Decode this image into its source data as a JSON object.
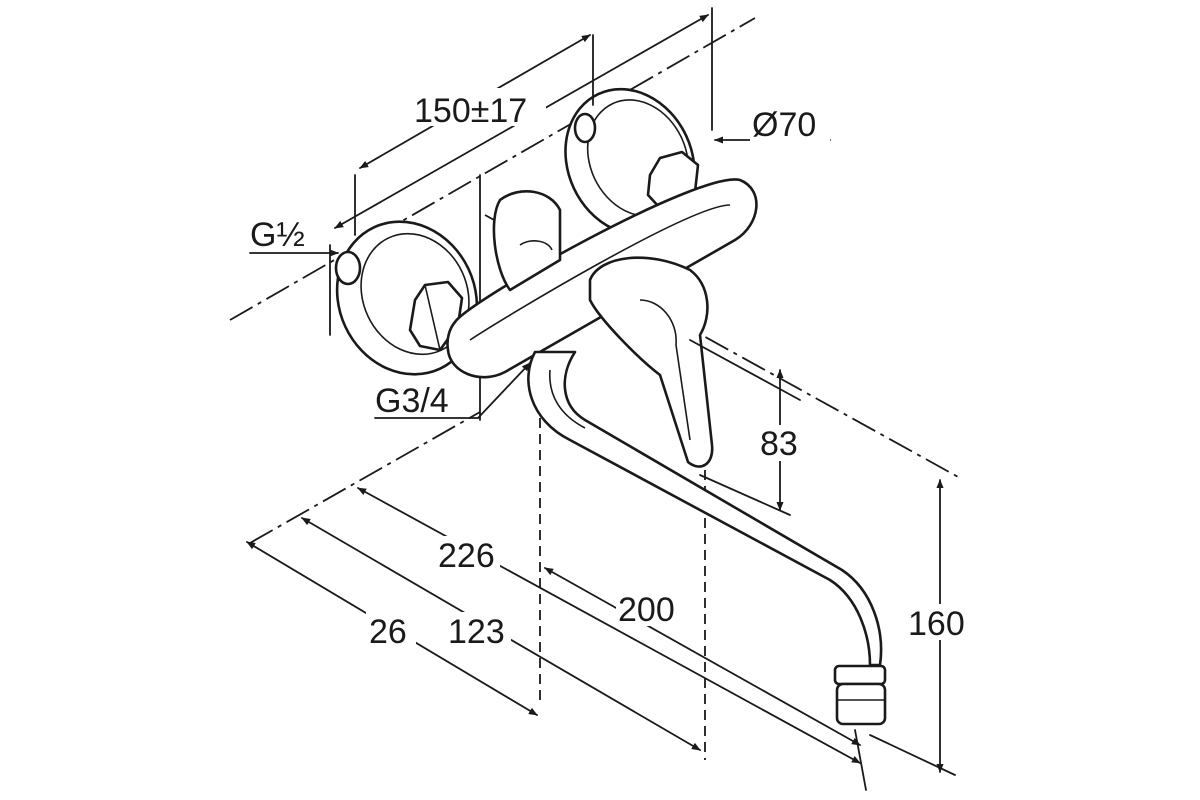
{
  "dimensions": {
    "spacing": "150±17",
    "escutcheon_diameter": "Ø70",
    "inlet_thread": "G½",
    "outlet_thread": "G3/4",
    "lever_height": "83",
    "spout_length": "226",
    "spout_offset": "200",
    "body_depth": "123",
    "wall_gap": "26",
    "spout_height": "160"
  }
}
